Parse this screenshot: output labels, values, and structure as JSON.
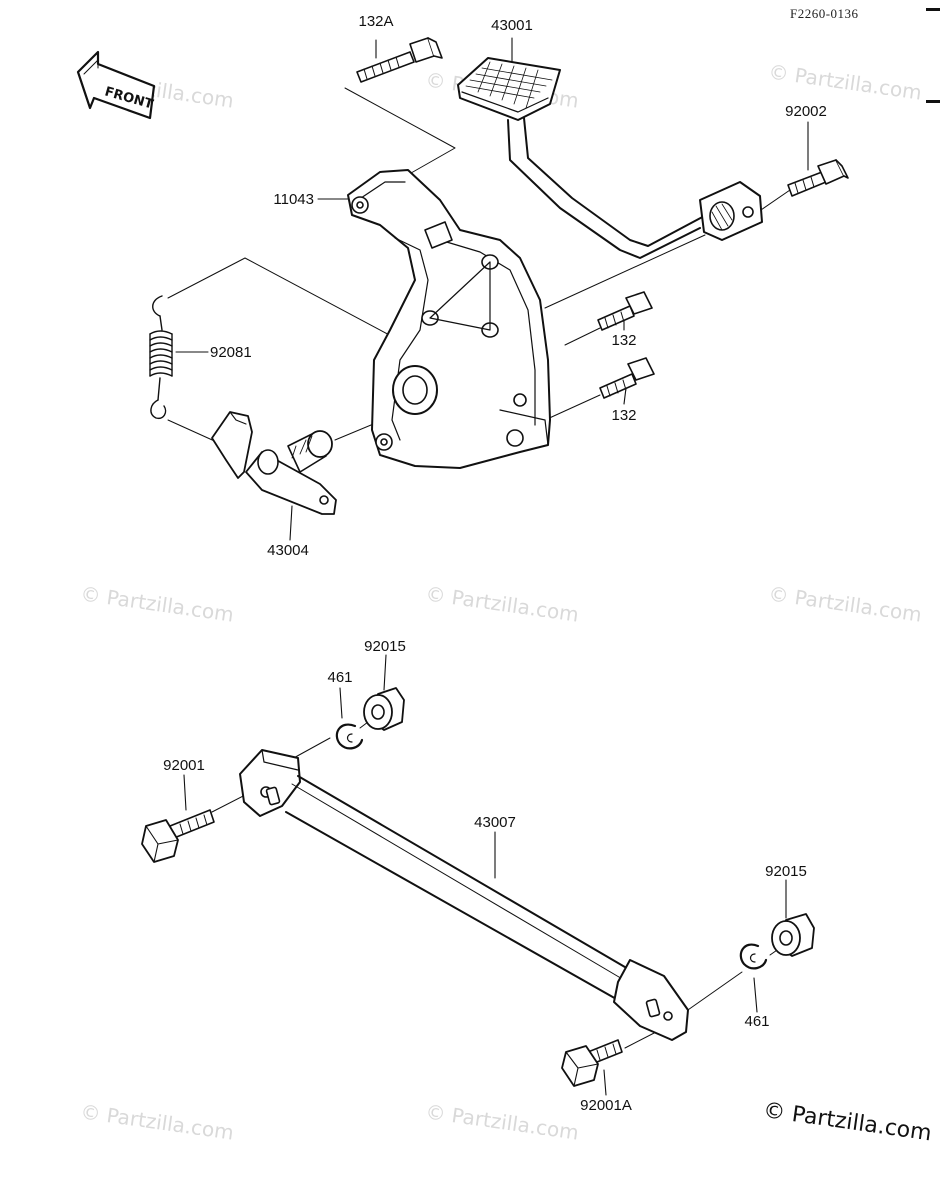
{
  "figure_id": "F2260-0136",
  "front_label": "FRONT",
  "copyright": "© Partzilla.com",
  "watermark": "© Partzilla.com",
  "parts": {
    "p132A": "132A",
    "p43001": "43001",
    "p92002": "92002",
    "p11043": "11043",
    "p92081": "92081",
    "p132_upper": "132",
    "p132_lower": "132",
    "p43004": "43004",
    "p461_upper": "461",
    "p92015_upper": "92015",
    "p92001": "92001",
    "p43007": "43007",
    "p92015_lower": "92015",
    "p461_lower": "461",
    "p92001A": "92001A"
  }
}
